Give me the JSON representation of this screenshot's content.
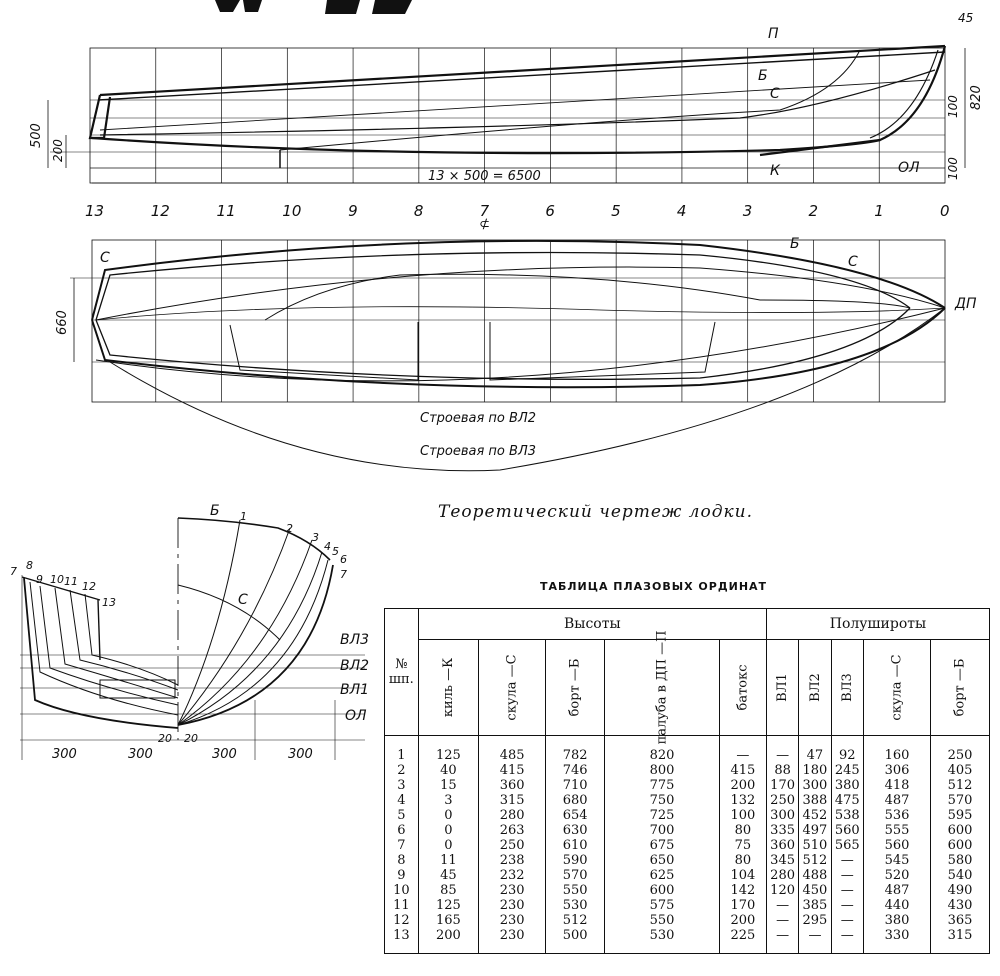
{
  "drawing": {
    "profile_labels": {
      "deck": "П",
      "side": "Б",
      "chine": "С",
      "keel": "К",
      "baseline": "ОЛ",
      "dim_top": "45",
      "dim_820": "820",
      "dim_100a": "100",
      "dim_100b": "100",
      "dim_500": "500",
      "dim_200": "200",
      "dim_length": "13 × 500 = 6500"
    },
    "station_numbers": [
      "13",
      "12",
      "11",
      "10",
      "9",
      "8",
      "7",
      "6",
      "5",
      "4",
      "3",
      "2",
      "1",
      "0"
    ],
    "midship_mark": "⊄",
    "plan_labels": {
      "chine": "С",
      "side": "Б",
      "chine2": "С",
      "centerline": "ДП",
      "dim_660": "660",
      "curve_wl2": "Строевая по ВЛ2",
      "curve_wl3": "Строевая по ВЛ3"
    },
    "body_labels": {
      "side": "Б",
      "chine": "С",
      "wl3": "ВЛ3",
      "wl2": "ВЛ2",
      "wl1": "ВЛ1",
      "baseline": "ОЛ",
      "dims": [
        "300",
        "300",
        "300",
        "300"
      ],
      "dim_20a": "20",
      "dim_20b": "20",
      "fwd_stations": [
        "1",
        "2",
        "3",
        "4",
        "5",
        "6",
        "7"
      ],
      "aft_stations": [
        "7",
        "8",
        "9",
        "10",
        "11",
        "12",
        "13"
      ]
    },
    "caption": "Теоретический чертеж лодки."
  },
  "table": {
    "title": "ТАБЛИЦА ПЛАЗОВЫХ ОРДИНАТ",
    "group_heights": "Высоты",
    "group_halfwidths": "Полушироты",
    "station_header": "№ шп.",
    "columns": [
      "киль —К",
      "скула —С",
      "борт —Б",
      "палуба в ДП —П",
      "батокс",
      "ВЛ1",
      "ВЛ2",
      "ВЛ3",
      "скула —С",
      "борт —Б"
    ],
    "rows": [
      [
        "1",
        "125",
        "485",
        "782",
        "820",
        "—",
        "—",
        "47",
        "92",
        "160",
        "250"
      ],
      [
        "2",
        "40",
        "415",
        "746",
        "800",
        "415",
        "88",
        "180",
        "245",
        "306",
        "405"
      ],
      [
        "3",
        "15",
        "360",
        "710",
        "775",
        "200",
        "170",
        "300",
        "380",
        "418",
        "512"
      ],
      [
        "4",
        "3",
        "315",
        "680",
        "750",
        "132",
        "250",
        "388",
        "475",
        "487",
        "570"
      ],
      [
        "5",
        "0",
        "280",
        "654",
        "725",
        "100",
        "300",
        "452",
        "538",
        "536",
        "595"
      ],
      [
        "6",
        "0",
        "263",
        "630",
        "700",
        "80",
        "335",
        "497",
        "560",
        "555",
        "600"
      ],
      [
        "7",
        "0",
        "250",
        "610",
        "675",
        "75",
        "360",
        "510",
        "565",
        "560",
        "600"
      ],
      [
        "8",
        "11",
        "238",
        "590",
        "650",
        "80",
        "345",
        "512",
        "—",
        "545",
        "580"
      ],
      [
        "9",
        "45",
        "232",
        "570",
        "625",
        "104",
        "280",
        "488",
        "—",
        "520",
        "540"
      ],
      [
        "10",
        "85",
        "230",
        "550",
        "600",
        "142",
        "120",
        "450",
        "—",
        "487",
        "490"
      ],
      [
        "11",
        "125",
        "230",
        "530",
        "575",
        "170",
        "—",
        "385",
        "—",
        "440",
        "430"
      ],
      [
        "12",
        "165",
        "230",
        "512",
        "550",
        "200",
        "—",
        "295",
        "—",
        "380",
        "365"
      ],
      [
        "13",
        "200",
        "230",
        "500",
        "530",
        "225",
        "—",
        "—",
        "—",
        "330",
        "315"
      ]
    ]
  }
}
